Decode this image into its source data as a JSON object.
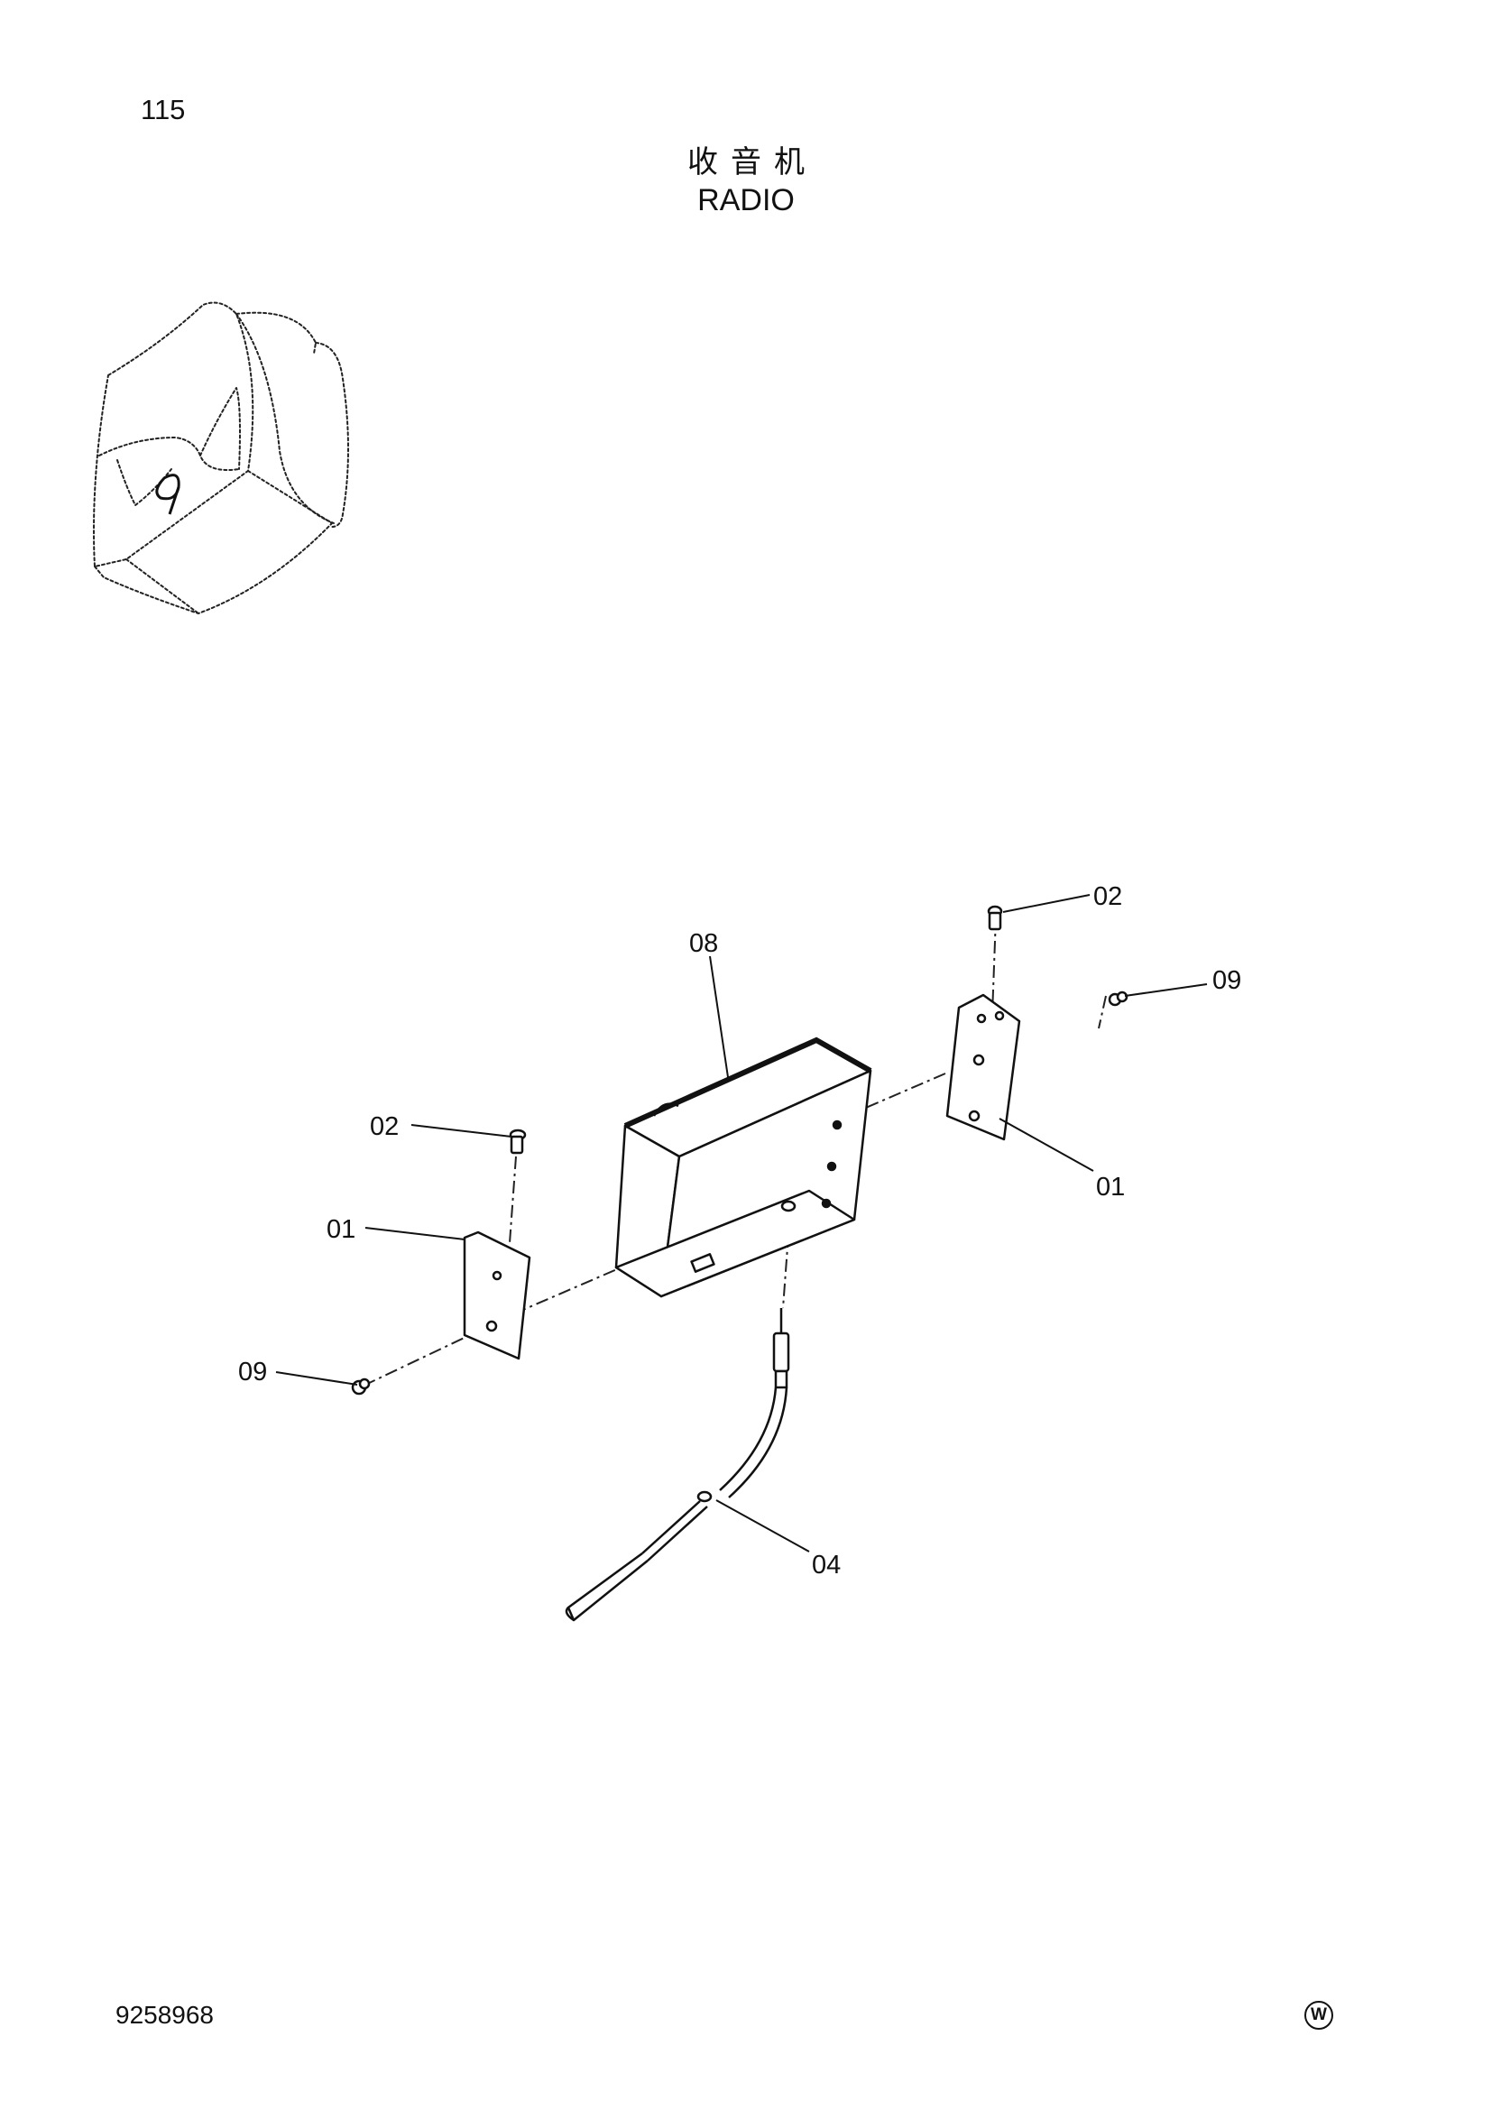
{
  "page": {
    "page_number": "115",
    "title_cn": "收音机",
    "title_en": "RADIO",
    "document_number": "9258968",
    "brand_mark": "W"
  },
  "diagram": {
    "callouts": {
      "upper_screw": "02",
      "radio": "08",
      "upper_nut": "09",
      "right_bracket": "01",
      "left_screw": "02",
      "left_bracket": "01",
      "left_nut": "09",
      "antenna": "04"
    }
  }
}
